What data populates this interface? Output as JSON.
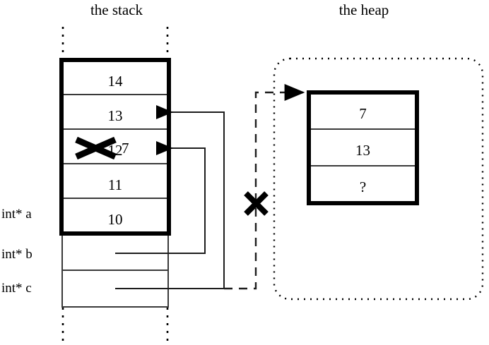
{
  "diagram": {
    "stack": {
      "title": "the stack",
      "cells": [
        {
          "value": "14",
          "struck": false
        },
        {
          "value": "13",
          "struck": false
        },
        {
          "value": "12",
          "struck": true,
          "replacement": "7"
        },
        {
          "value": "11",
          "struck": false
        },
        {
          "value": "10",
          "struck": false
        }
      ],
      "variables": [
        {
          "name": "int* a"
        },
        {
          "name": "int* b"
        },
        {
          "name": "int* c"
        }
      ]
    },
    "heap": {
      "title": "the heap",
      "cells": [
        {
          "value": "7"
        },
        {
          "value": "13"
        },
        {
          "value": "?"
        }
      ]
    },
    "marks": {
      "struck_pointer_label": "X",
      "struck_value_label": "X"
    },
    "colors": {
      "ink": "#000000",
      "background": "#ffffff",
      "thin_line": "#3a3a3a"
    }
  }
}
